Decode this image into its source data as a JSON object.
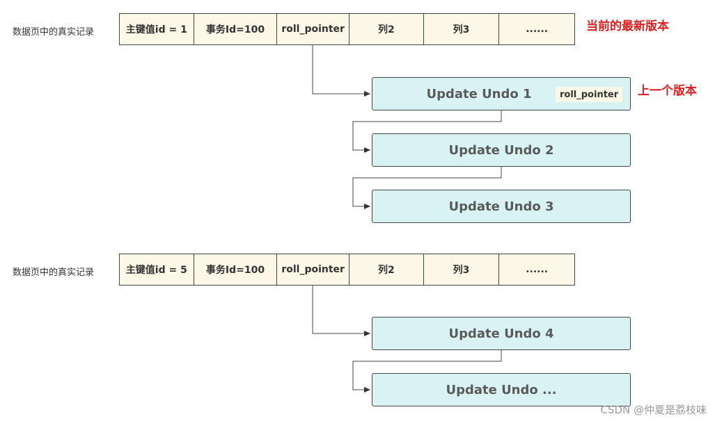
{
  "record_label": "数据页中的真实记录",
  "records": [
    {
      "cells": [
        "主键值id = 1",
        "事务Id=100",
        "roll_pointer",
        "列2",
        "列3",
        "......"
      ],
      "undo": [
        "Update Undo 1",
        "Update Undo 2",
        "Update Undo 3"
      ]
    },
    {
      "cells": [
        "主键值id = 5",
        "事务Id=100",
        "roll_pointer",
        "列2",
        "列3",
        "......"
      ],
      "undo": [
        "Update Undo 4",
        "Update Undo ..."
      ]
    }
  ],
  "undo_pointer_tag": "roll_pointer",
  "notes": {
    "current": "当前的最新版本",
    "previous": "上一个版本"
  },
  "watermark": "CSDN @仲夏是荔枝味",
  "colors": {
    "record_fill": "#fcf8e8",
    "undo_fill": "#d9f2f3",
    "note_red": "#e02020",
    "line": "#444444"
  }
}
